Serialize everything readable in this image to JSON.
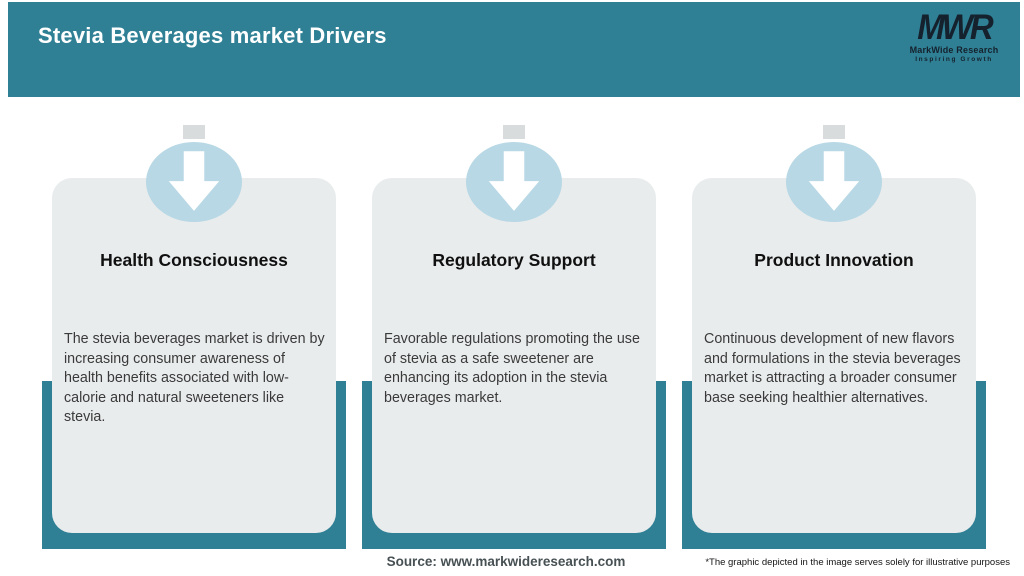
{
  "header": {
    "title": "Stevia Beverages market Drivers",
    "logo": {
      "monogram": "MWR",
      "name": "MarkWide Research",
      "tagline": "Inspiring Growth"
    }
  },
  "cards": [
    {
      "icon": "down-arrow-icon",
      "title": "Health Consciousness",
      "description": "The stevia beverages market is driven by increasing consumer awareness of health benefits associated with low-calorie and natural sweeteners like stevia."
    },
    {
      "icon": "down-arrow-icon",
      "title": "Regulatory Support",
      "description": "Favorable regulations promoting the use of stevia as a safe sweetener are enhancing its adoption in the stevia beverages market."
    },
    {
      "icon": "down-arrow-icon",
      "title": "Product Innovation",
      "description": "Continuous development of new flavors and formulations in the stevia beverages market is attracting a broader consumer base seeking healthier alternatives."
    }
  ],
  "footer": {
    "source": "Source: www.markwideresearch.com",
    "disclaimer": "*The graphic depicted in the image serves solely for illustrative purposes"
  },
  "colors": {
    "header_teal": "#2f8095",
    "frame_teal": "#2f8095",
    "card_bg": "#e9eced",
    "circle_blue": "#b8d8e5",
    "arrow_white": "#ffffff",
    "tab_gray": "#d9dcdd",
    "logo_navy": "#15212d",
    "title_white": "#ffffff"
  }
}
